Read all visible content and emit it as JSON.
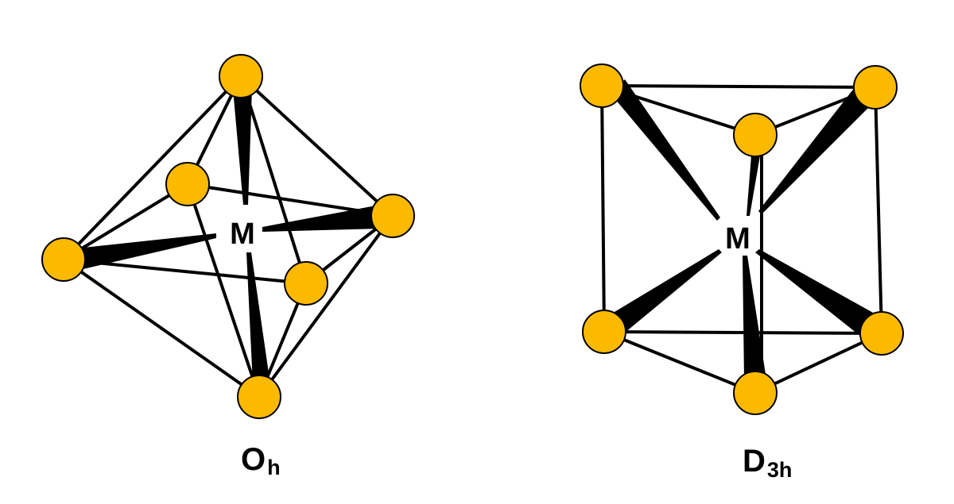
{
  "colors": {
    "atom_fill": "#FBBA00",
    "line": "#000000",
    "background": "#FFFFFF"
  },
  "octahedral": {
    "center_label": "M",
    "symmetry_main": "O",
    "symmetry_sub": "h"
  },
  "trigonal_prismatic": {
    "center_label": "M",
    "symmetry_main": "D",
    "symmetry_sub": "3h"
  }
}
